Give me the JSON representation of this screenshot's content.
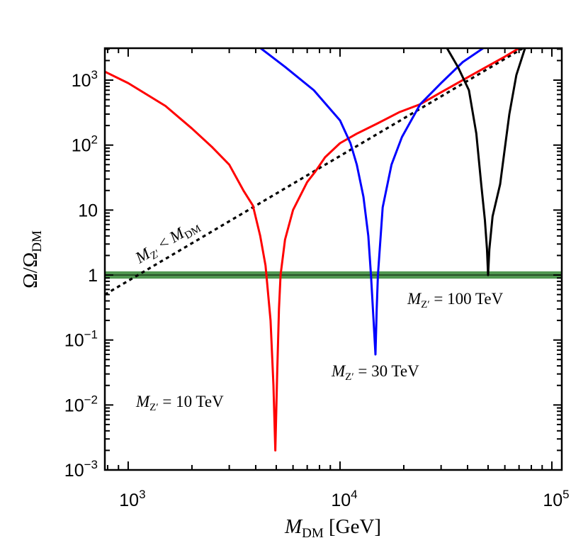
{
  "chart_data": {
    "type": "line",
    "x_scale": "log",
    "y_scale": "log",
    "xlim": [
      776,
      111400
    ],
    "ylim": [
      0.001,
      3100
    ],
    "grid": false,
    "xlabel": {
      "main": "M",
      "sub": "DM",
      "rest": " [GeV]"
    },
    "ylabel": {
      "main": "Ω/Ω",
      "sub": "DM"
    },
    "x_ticks": [
      {
        "value": 1000,
        "base": "10",
        "exp": "3"
      },
      {
        "value": 10000,
        "base": "10",
        "exp": "4"
      },
      {
        "value": 100000,
        "base": "10",
        "exp": "5"
      }
    ],
    "y_ticks": [
      {
        "value": 1000,
        "base": "10",
        "exp": "3"
      },
      {
        "value": 100,
        "base": "10",
        "exp": "2"
      },
      {
        "value": 10,
        "base": "10",
        "exp": ""
      },
      {
        "value": 1,
        "base": "1",
        "exp": ""
      },
      {
        "value": 0.1,
        "base": "10",
        "exp": "−1"
      },
      {
        "value": 0.01,
        "base": "10",
        "exp": "−2"
      },
      {
        "value": 0.001,
        "base": "10",
        "exp": "−3"
      }
    ],
    "band": {
      "value": 1,
      "low": 0.88,
      "high": 1.14,
      "color": "#3d8c3d",
      "line_color": "#1a3d1a"
    },
    "series": [
      {
        "label": {
          "main": "M",
          "sub": "Z′",
          "rest": " = 10 TeV"
        },
        "color": "#ff0000",
        "points": [
          [
            776,
            1350
          ],
          [
            1000,
            900
          ],
          [
            1500,
            400
          ],
          [
            2000,
            180
          ],
          [
            2500,
            92
          ],
          [
            3000,
            50
          ],
          [
            3500,
            20
          ],
          [
            3880,
            11.7
          ],
          [
            4200,
            4
          ],
          [
            4450,
            1.4
          ],
          [
            4700,
            0.2
          ],
          [
            4850,
            0.02
          ],
          [
            4950,
            0.002
          ],
          [
            5050,
            0.03
          ],
          [
            5150,
            0.3
          ],
          [
            5240,
            1
          ],
          [
            5500,
            3.5
          ],
          [
            6000,
            10
          ],
          [
            7000,
            27
          ],
          [
            7640,
            39
          ],
          [
            8500,
            65
          ],
          [
            10000,
            107
          ],
          [
            12000,
            150
          ],
          [
            15000,
            215
          ],
          [
            19000,
            320
          ],
          [
            23900,
            425
          ],
          [
            30000,
            650
          ],
          [
            40000,
            1100
          ],
          [
            50000,
            1650
          ],
          [
            60000,
            2300
          ],
          [
            70000,
            3100
          ]
        ]
      },
      {
        "label": {
          "main": "M",
          "sub": "Z′",
          "rest": " = 30 TeV"
        },
        "color": "#0000ff",
        "points": [
          [
            4220,
            3100
          ],
          [
            5500,
            1600
          ],
          [
            7520,
            700
          ],
          [
            10000,
            240
          ],
          [
            11200,
            107
          ],
          [
            12000,
            50
          ],
          [
            12900,
            16
          ],
          [
            13600,
            4
          ],
          [
            14000,
            1
          ],
          [
            14400,
            0.2
          ],
          [
            14700,
            0.06
          ],
          [
            14900,
            0.3
          ],
          [
            15100,
            1
          ],
          [
            15900,
            11
          ],
          [
            17500,
            50
          ],
          [
            19600,
            133
          ],
          [
            23900,
            425
          ],
          [
            30000,
            900
          ],
          [
            38000,
            1900
          ],
          [
            47400,
            3100
          ]
        ]
      },
      {
        "label": {
          "main": "M",
          "sub": "Z′",
          "rest": " = 100 TeV"
        },
        "color": "#000000",
        "points": [
          [
            32000,
            3100
          ],
          [
            36000,
            1600
          ],
          [
            40600,
            700
          ],
          [
            44000,
            150
          ],
          [
            46400,
            25
          ],
          [
            48300,
            7
          ],
          [
            49400,
            2.5
          ],
          [
            50000,
            1
          ],
          [
            50700,
            2.5
          ],
          [
            52500,
            8
          ],
          [
            57000,
            25
          ],
          [
            60000,
            90
          ],
          [
            63000,
            300
          ],
          [
            68000,
            1200
          ],
          [
            74700,
            3100
          ]
        ]
      }
    ],
    "reference_line": {
      "label": {
        "main": "M",
        "sub": "Z′",
        "mid": " < ",
        "main2": "M",
        "sub2": "DM"
      },
      "style": "dotted",
      "color": "#000000",
      "points": [
        [
          776,
          0.5
        ],
        [
          73000,
          3100
        ]
      ]
    }
  }
}
